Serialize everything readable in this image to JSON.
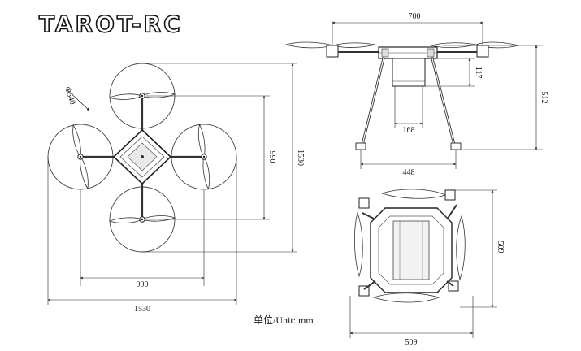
{
  "brand": {
    "logo_text": "TAROT-RC"
  },
  "dimensions": {
    "top_diagonal": "990",
    "top_vertical": "990",
    "overall_width": "1530",
    "overall_height": "1530",
    "prop_diameter": "Φ540",
    "front_span": "700",
    "front_height": "512",
    "front_battery_drop": "117",
    "front_frame_width": "168",
    "front_leg_span": "448",
    "folded_width": "509",
    "folded_height": "509"
  },
  "footer": {
    "unit_label": "单位/Unit: mm"
  },
  "colors": {
    "line": "#222222",
    "prop_circle": "#444444",
    "frame": "#333333"
  }
}
